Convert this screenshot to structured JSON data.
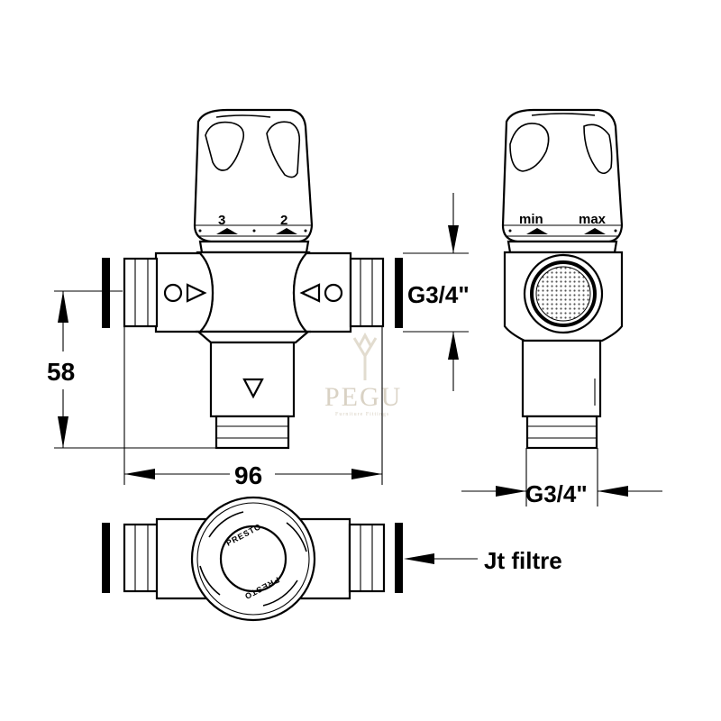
{
  "labels": {
    "thread_right": "G3/4\"",
    "thread_bottom": "G3/4\"",
    "dim_height": "58",
    "dim_width": "96",
    "filter_note": "Jt filtre",
    "knob_mark_left": "3",
    "knob_mark_right": "2",
    "side_mark_min": "min",
    "side_mark_max": "max",
    "brand_top": "PRESTO",
    "brand_bottom": "PRESTO"
  },
  "watermark": {
    "text": "PEGU",
    "subtext": "Furniture Fittings"
  },
  "colors": {
    "line": "#000000",
    "background": "#ffffff",
    "watermark": "#d9d2c4"
  }
}
